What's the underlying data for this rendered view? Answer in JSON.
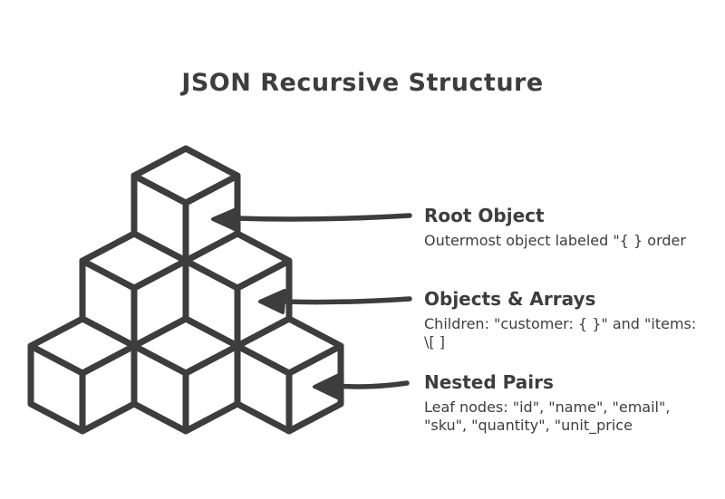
{
  "title": "JSON Recursive Structure",
  "colors": {
    "ink": "#3d3d3d",
    "background": "#ffffff"
  },
  "pyramid": {
    "levels": 3,
    "cubes_per_level": [
      1,
      2,
      3
    ]
  },
  "annotations": [
    {
      "heading": "Root Object",
      "lines": [
        "Outermost object labeled \"{ } order"
      ]
    },
    {
      "heading": "Objects & Arrays",
      "lines": [
        "Children: \"customer: { }\" and \"items:",
        "\\[ ]"
      ]
    },
    {
      "heading": "Nested Pairs",
      "lines": [
        "Leaf nodes: \"id\", \"name\", \"email\",",
        "\"sku\", \"quantity\", \"unit_price"
      ]
    }
  ]
}
